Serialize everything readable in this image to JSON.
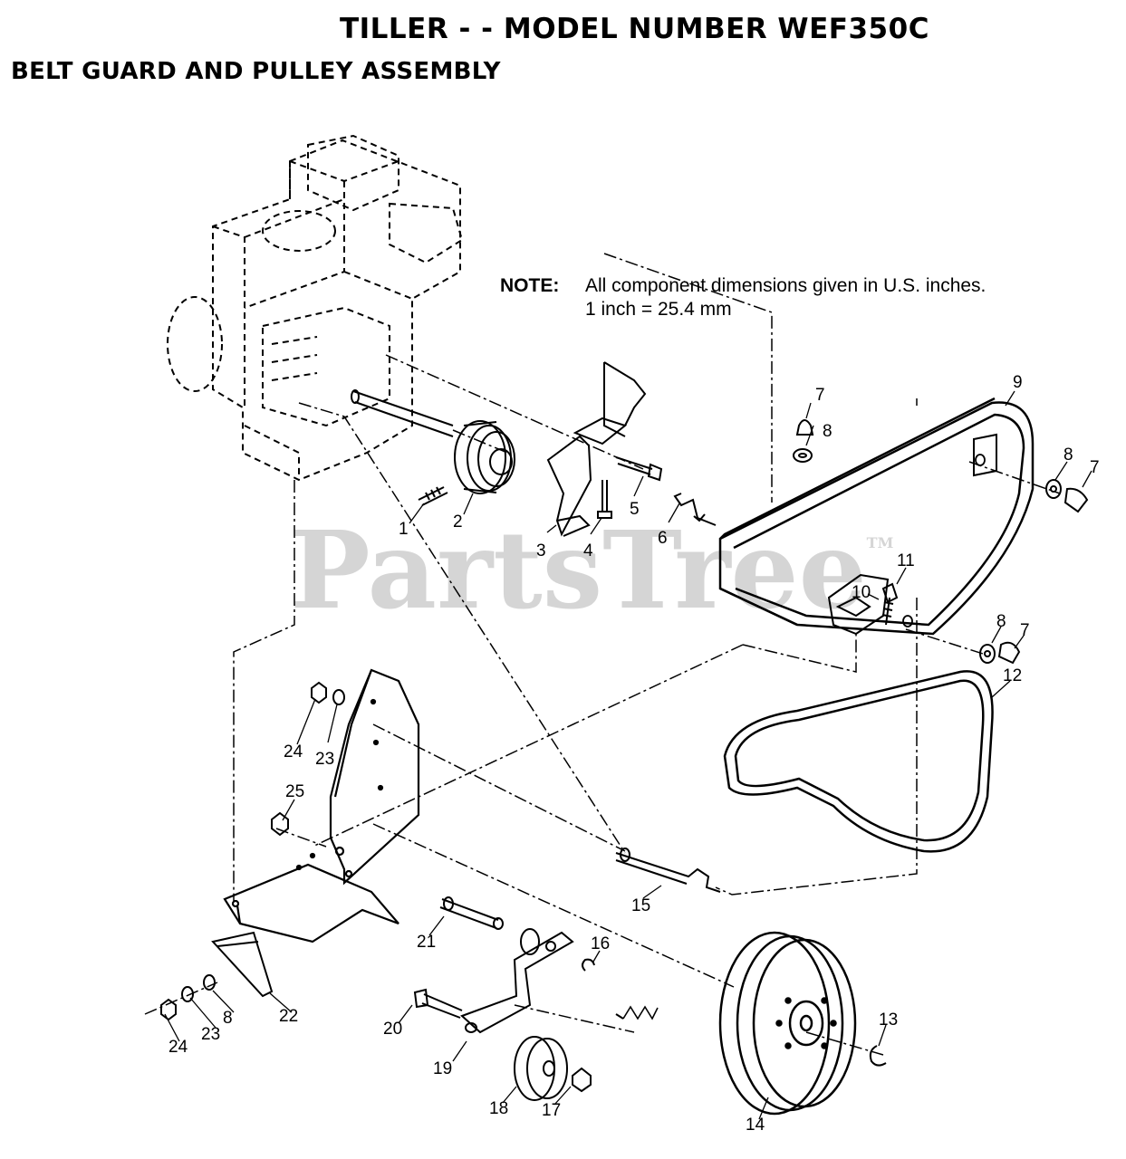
{
  "header": {
    "title": "TILLER - - MODEL NUMBER WEF350C",
    "subtitle": "BELT GUARD AND PULLEY ASSEMBLY"
  },
  "note": {
    "label": "NOTE:",
    "line1": "All component dimensions given in U.S. inches.",
    "line2": "1 inch = 25.4 mm"
  },
  "watermark": {
    "text": "PartsTree",
    "tm": "TM"
  },
  "callouts": {
    "c1": "1",
    "c2": "2",
    "c3": "3",
    "c4": "4",
    "c5": "5",
    "c6": "6",
    "c7a": "7",
    "c7b": "7",
    "c7c": "7",
    "c8a": "8",
    "c8b": "8",
    "c8c": "8",
    "c8d": "8",
    "c9": "9",
    "c10": "10",
    "c11": "11",
    "c12": "12",
    "c13": "13",
    "c14": "14",
    "c15": "15",
    "c16": "16",
    "c17": "17",
    "c18": "18",
    "c19": "19",
    "c20": "20",
    "c21": "21",
    "c22": "22",
    "c23a": "23",
    "c23b": "23",
    "c24a": "24",
    "c24b": "24",
    "c25": "25"
  }
}
